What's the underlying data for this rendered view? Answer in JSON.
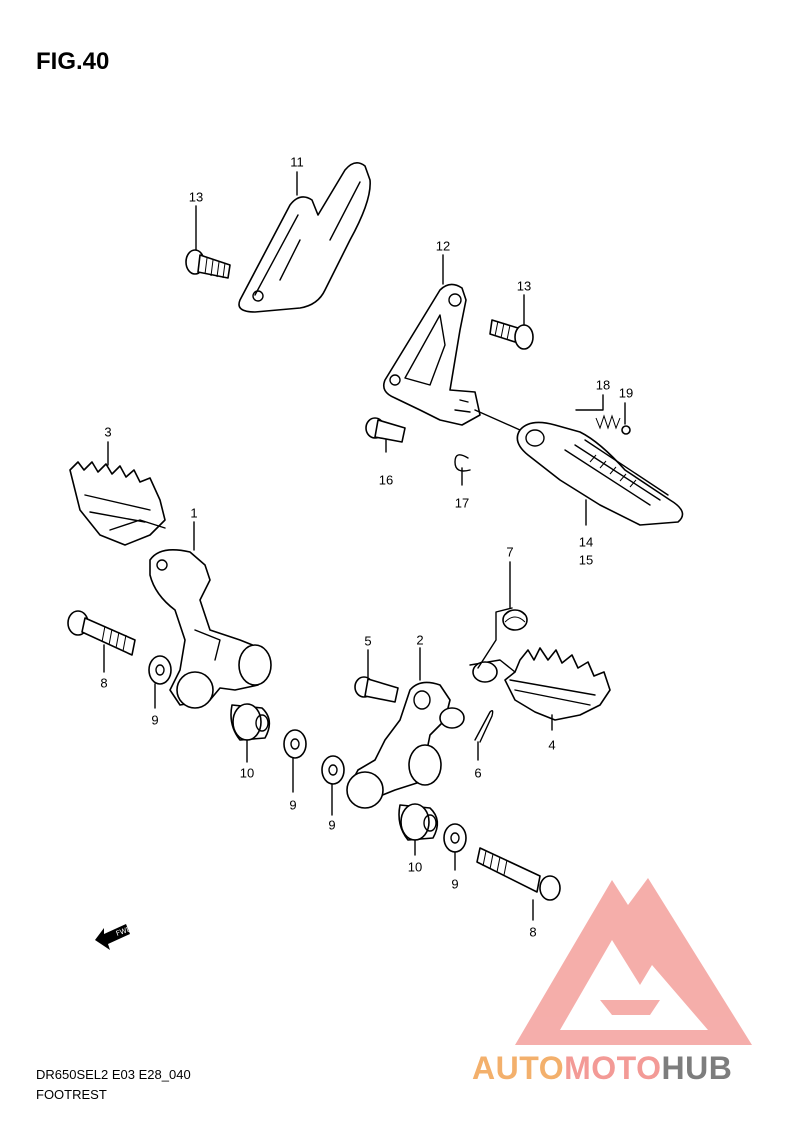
{
  "figure": {
    "title": "FIG.40",
    "model_code": "DR650SEL2 E03 E28_040",
    "caption": "FOOTREST"
  },
  "callouts": [
    {
      "id": "11",
      "text": "11"
    },
    {
      "id": "13a",
      "text": "13"
    },
    {
      "id": "12",
      "text": "12"
    },
    {
      "id": "13b",
      "text": "13"
    },
    {
      "id": "18",
      "text": "18"
    },
    {
      "id": "19",
      "text": "19"
    },
    {
      "id": "3",
      "text": "3"
    },
    {
      "id": "16",
      "text": "16"
    },
    {
      "id": "17",
      "text": "17"
    },
    {
      "id": "1",
      "text": "1"
    },
    {
      "id": "14",
      "text": "14"
    },
    {
      "id": "15",
      "text": "15"
    },
    {
      "id": "7",
      "text": "7"
    },
    {
      "id": "5",
      "text": "5"
    },
    {
      "id": "2",
      "text": "2"
    },
    {
      "id": "8a",
      "text": "8"
    },
    {
      "id": "9a",
      "text": "9"
    },
    {
      "id": "4",
      "text": "4"
    },
    {
      "id": "10a",
      "text": "10"
    },
    {
      "id": "6",
      "text": "6"
    },
    {
      "id": "9b",
      "text": "9"
    },
    {
      "id": "9c",
      "text": "9"
    },
    {
      "id": "10b",
      "text": "10"
    },
    {
      "id": "9d",
      "text": "9"
    },
    {
      "id": "8b",
      "text": "8"
    }
  ],
  "fwd_arrow": {
    "label": "FWD",
    "icon": "fwd-arrow-icon"
  },
  "watermark": {
    "part1": "AUTO",
    "part2": "MOTO",
    "part3": "HUB",
    "colors": {
      "auto": "#f3b06c",
      "moto": "#f39a96",
      "hub": "#7d7d7d",
      "triangle": "#f39a96"
    }
  }
}
